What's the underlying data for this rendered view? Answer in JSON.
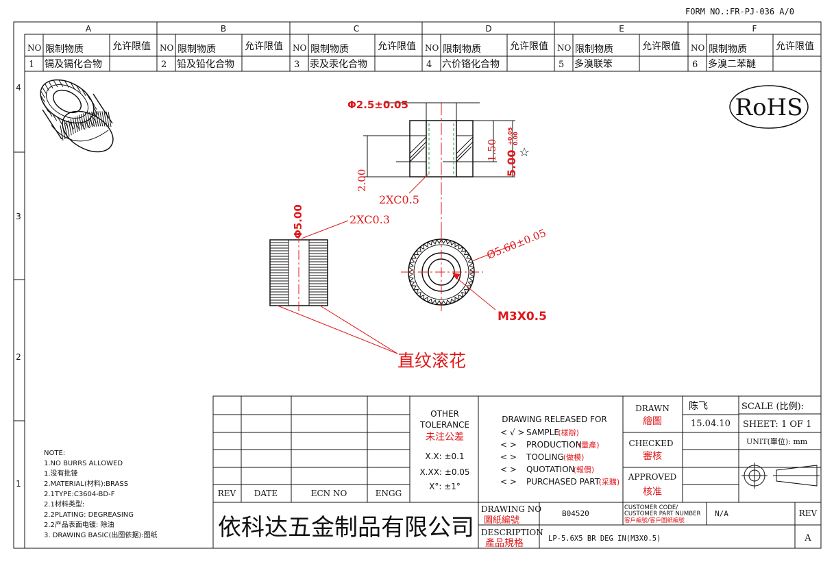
{
  "form_no": "FORM NO.:FR-PJ-036 A/0",
  "zones": [
    "A",
    "B",
    "C",
    "D",
    "E",
    "F"
  ],
  "row_numbers": [
    "4",
    "3",
    "2",
    "1"
  ],
  "substance_table": {
    "headers": {
      "no": "NO",
      "substance": "限制物质",
      "limit": "允许限值"
    },
    "items": [
      {
        "no": "1",
        "name": "镉及镉化合物"
      },
      {
        "no": "2",
        "name": "铅及铅化合物"
      },
      {
        "no": "3",
        "name": "汞及汞化合物"
      },
      {
        "no": "4",
        "name": "六价铬化合物"
      },
      {
        "no": "5",
        "name": "多溴联笨"
      },
      {
        "no": "6",
        "name": "多溴二苯醚"
      }
    ]
  },
  "rohs": "RoHS",
  "dimensions": {
    "bore_dia": "Φ2.5±0.05",
    "depth": "2.00",
    "relief": "1.50",
    "length": "5.00",
    "tol_plus": "+0.05",
    "tol_zero": "0.00",
    "star": "☆",
    "chamfer_inner": "2XC0.5",
    "chamfer_outer": "2XC0.3",
    "body_dia": "Φ5.00",
    "knurl_dia": "Ø5.60±0.05",
    "thread": "M3X0.5",
    "knurl_note": "直纹滚花"
  },
  "notes": [
    "NOTE:",
    "1.NO BURRS ALLOWED",
    "1.没有批锋",
    "2.MATERIAL(材料):BRASS",
    "2.1TYPE:C3604-BD-F",
    "2.1材料类型:",
    "2.2PLATING: DEGREASING",
    "2.2产品表面电镀: 除油",
    "3. DRAWING BASIC(出图依据):图纸"
  ],
  "rev_table": {
    "rev": "REV",
    "date": "DATE",
    "ecn": "ECN NO",
    "engg": "ENGG"
  },
  "tolerance": {
    "title1": "OTHER",
    "title2": "TOLERANCE",
    "title_cn": "未注公差",
    "xx": "X.X: ±0.1",
    "xxx": "X.XX: ±0.05",
    "angle": "X°: ±1°"
  },
  "release": {
    "title": "DRAWING RELEASED FOR",
    "items": [
      {
        "mark": "< √ >",
        "en": "SAMPLE",
        "cn": "(樣辦)"
      },
      {
        "mark": "<   >",
        "en": "PRODUCTION",
        "cn": "(量產)"
      },
      {
        "mark": "<   >",
        "en": "TOOLING",
        "cn": "(做模)"
      },
      {
        "mark": "<   >",
        "en": "QUOTATION",
        "cn": "(報價)"
      },
      {
        "mark": "<   >",
        "en": "PURCHASED PART",
        "cn": "(采購)"
      }
    ]
  },
  "signoff": {
    "drawn": "DRAWN",
    "drawn_cn": "繪圖",
    "drawn_by": "陈飞",
    "drawn_date": "15.04.10",
    "checked": "CHECKED",
    "checked_cn": "審核",
    "approved": "APPROVED",
    "approved_cn": "核准"
  },
  "scale": {
    "label": "SCALE (比例):",
    "sheet": "SHEET:  1 OF 1",
    "unit": "UNIT(單位): mm"
  },
  "company": "依科达五金制品有限公司",
  "drawing_no_label": "DRAWING NO",
  "drawing_no_cn": "圖紙編號",
  "drawing_no": "B04520",
  "customer_code_label1": "CUSTOMER CODE/",
  "customer_code_label2": "CUSTOMER PART NUMBER",
  "customer_code_cn": "客戶編號/客戶圖紙編號",
  "customer_code": "N/A",
  "rev_label": "REV",
  "rev_value": "A",
  "description_label": "DESCRIPTION",
  "description_cn": "產品規格",
  "description": "LP-5.6X5 BR DEG IN(M3X0.5)",
  "colors": {
    "line": "#111111",
    "dimension": "#e0191b",
    "thread": "#2e9e3e"
  }
}
